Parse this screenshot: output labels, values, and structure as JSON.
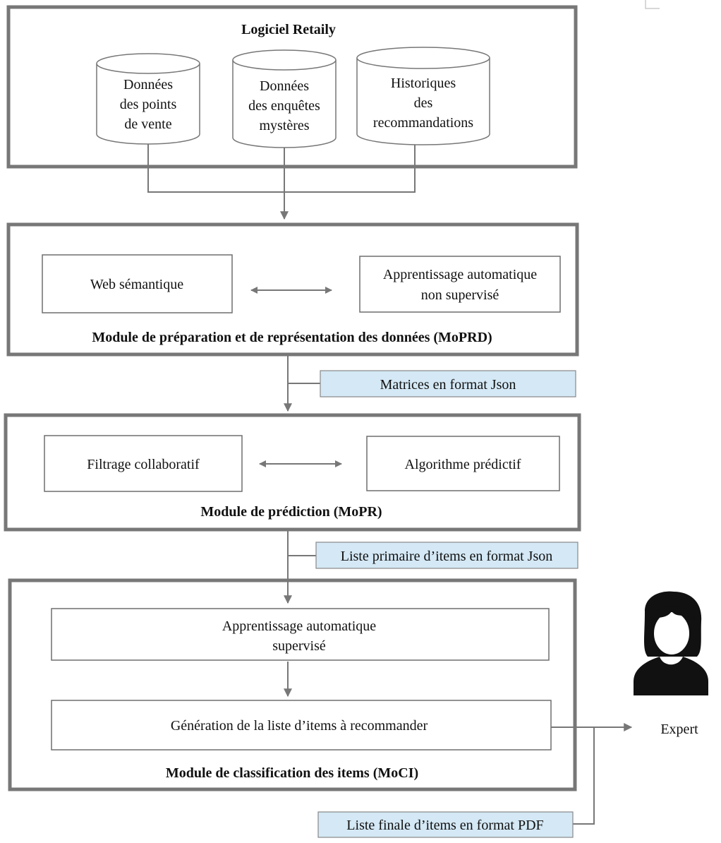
{
  "retaily": {
    "title": "Logiciel Retaily",
    "db1": [
      "Données",
      "des points",
      "de vente"
    ],
    "db2": [
      "Données",
      "des enquêtes",
      "mystères"
    ],
    "db3": [
      "Historiques",
      "des",
      "recommandations"
    ]
  },
  "moprd": {
    "left": "Web sémantique",
    "right": [
      "Apprentissage automatique",
      "non supervisé"
    ],
    "title": "Module de préparation et de représentation des données (MoPRD)"
  },
  "tag1": "Matrices en format Json",
  "mopr": {
    "left": "Filtrage collaboratif",
    "right": "Algorithme prédictif",
    "title": "Module de prédiction (MoPR)"
  },
  "tag2": "Liste primaire d’items en format Json",
  "moci": {
    "top": [
      "Apprentissage automatique",
      "supervisé"
    ],
    "bottom": "Génération de la liste d’items à recommander",
    "title": "Module de classification des items (MoCI)"
  },
  "expert": "Expert",
  "tag3": "Liste finale d’items en format PDF",
  "colors": {
    "frame": "#777777",
    "tag_fill": "#d4e8f5",
    "person": "#111111"
  },
  "icons": {
    "expert": "person-silhouette-icon"
  }
}
